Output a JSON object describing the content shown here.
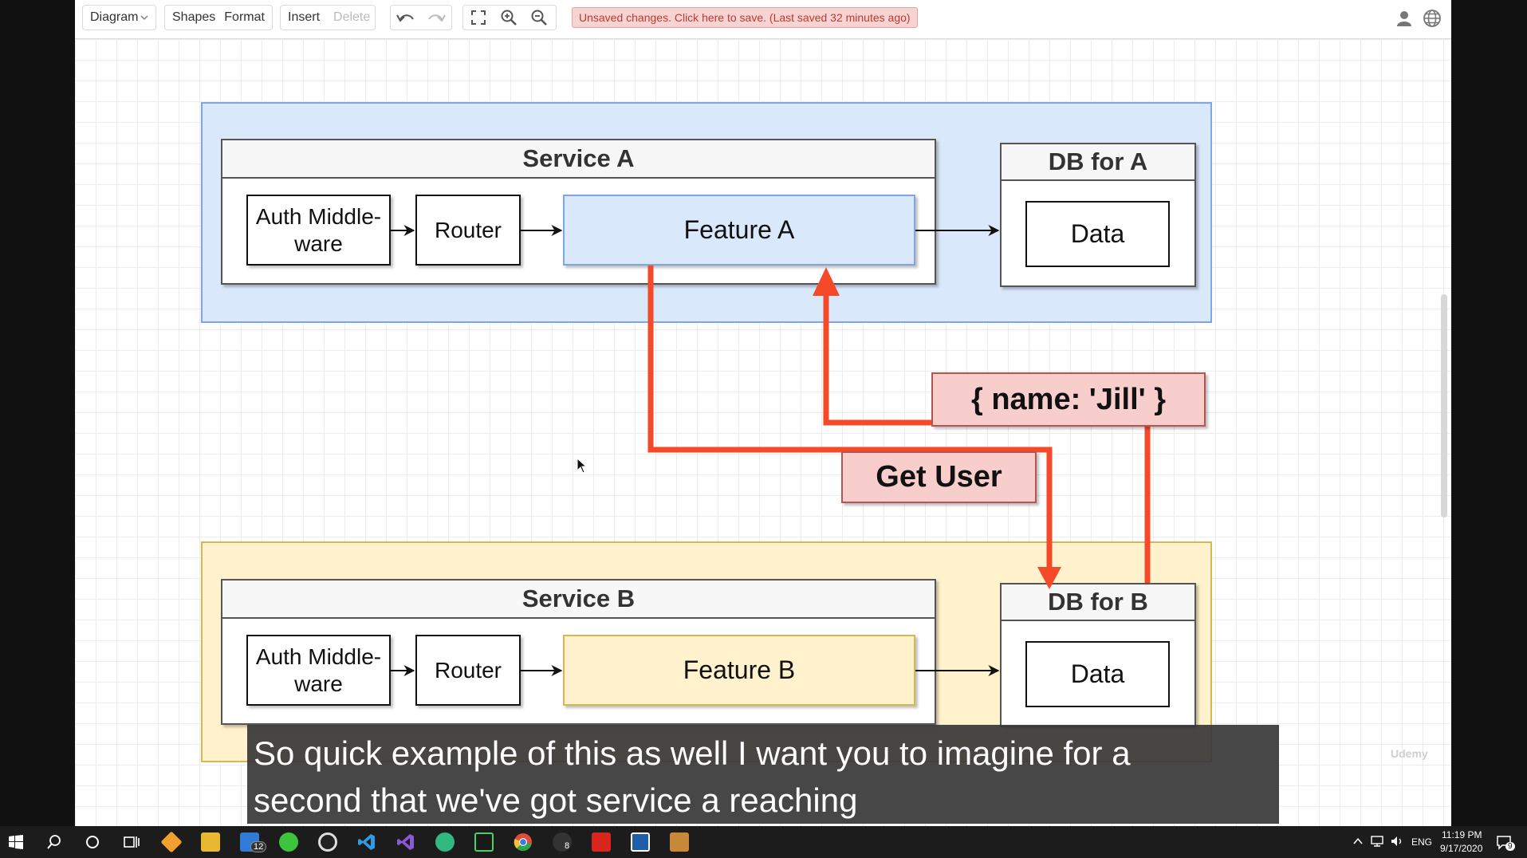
{
  "toolbar": {
    "diagram": "Diagram",
    "shapes": "Shapes",
    "format": "Format",
    "insert": "Insert",
    "delete": "Delete",
    "unsaved": "Unsaved changes. Click here to save. (Last saved 32 minutes ago)"
  },
  "diagram": {
    "service_a": {
      "title": "Service A",
      "auth": "Auth Middle-\nware",
      "router": "Router",
      "feature": "Feature A",
      "db_title": "DB for A",
      "db_data": "Data",
      "color": "#dae8fc"
    },
    "service_b": {
      "title": "Service B",
      "auth": "Auth Middle-\nware",
      "router": "Router",
      "feature": "Feature B",
      "db_title": "DB for B",
      "db_data": "Data",
      "color": "#fff2cc"
    },
    "request_label": "Get User",
    "response_label": "{ name: 'Jill' }",
    "arrow_color": "#f44a2a"
  },
  "subtitle": {
    "line1": "So quick example of this as well I want you to imagine for a",
    "line2": "second that we've got service a reaching"
  },
  "watermark": "Udemy",
  "taskbar": {
    "lang": "ENG",
    "time": "11:19 PM",
    "date": "9/17/2020",
    "mail_badge": "12",
    "notif_badge": "9",
    "app8_badge": "8"
  }
}
